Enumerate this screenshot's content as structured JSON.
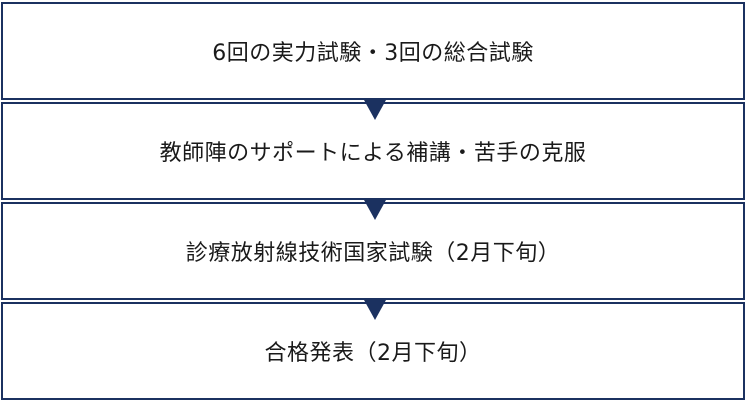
{
  "steps": [
    {
      "label": "6回の実力試験・3回の総合試験"
    },
    {
      "label": "教師陣のサポートによる補講・苦手の克服"
    },
    {
      "label": "診療放射線技術国家試験（2月下旬）"
    },
    {
      "label": "合格発表（2月下旬）"
    }
  ],
  "colors": {
    "border": "#1b3160",
    "arrow": "#1b3160",
    "text": "#1a1a1a"
  }
}
